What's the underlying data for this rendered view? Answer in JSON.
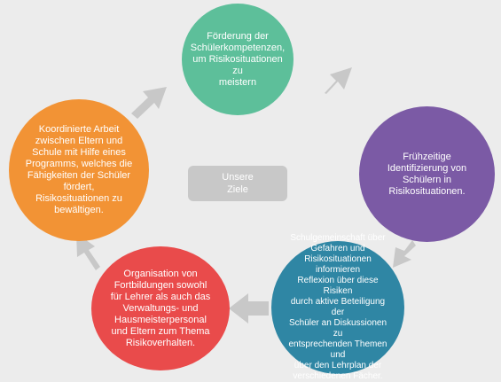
{
  "center": {
    "line1": "Unsere",
    "line2": "Ziele"
  },
  "colors": {
    "background": "#ececec",
    "arrow": "#c8c8c8",
    "green": "#5dbf9a",
    "purple": "#7b5aa5",
    "blue": "#2f86a4",
    "red": "#e94b4b",
    "orange": "#f29335"
  },
  "goals": {
    "green": {
      "lines": [
        "Förderung der",
        "Schülerkompetenzen,",
        "um Risikosituationen zu",
        "meistern"
      ]
    },
    "purple": {
      "lines": [
        "Frühzeitige",
        "Identifizierung von",
        "Schülern in",
        "Risikosituationen."
      ]
    },
    "blue": {
      "lines": [
        "Schulgemeinschaft über",
        "Gefahren und",
        "Risikosituationen informieren",
        "Reflexion über diese Risiken",
        "durch aktive Beteiligung der",
        "Schüler an Diskussionen zu",
        "entsprechenden Themen und",
        "über den Lehrplan der",
        "verschiedenen Fächer."
      ]
    },
    "red": {
      "lines": [
        "Organisation von",
        "Fortbildungen sowohl",
        "für Lehrer als auch das",
        "Verwaltungs- und",
        "Hausmeisterpersonal",
        "und Eltern zum Thema",
        "Risikoverhalten."
      ]
    },
    "orange": {
      "lines": [
        "Koordinierte Arbeit",
        "zwischen Eltern und",
        "Schule mit Hilfe eines",
        "Programms, welches die",
        "Fähigkeiten der Schüler",
        "fördert,",
        "Risikosituationen zu",
        "bewältigen."
      ]
    }
  }
}
